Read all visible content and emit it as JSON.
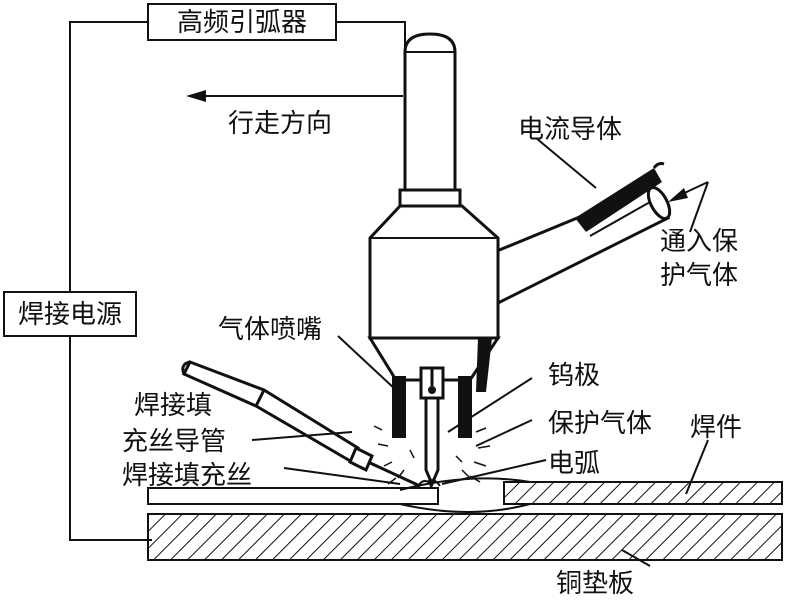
{
  "labels": {
    "hf_arc_starter": "高频引弧器",
    "travel_direction": "行走方向",
    "current_conductor": "电流导体",
    "shielding_gas_in_line1": "通入保",
    "shielding_gas_in_line2": "护气体",
    "welding_power_source": "焊接电源",
    "gas_nozzle": "气体喷嘴",
    "filler_guide_line1": "焊接填",
    "filler_guide_line2": "充丝导管",
    "filler_wire": "焊接填充丝",
    "tungsten_electrode": "钨极",
    "shielding_gas": "保护气体",
    "arc": "电弧",
    "workpiece": "焊件",
    "copper_backing_plate": "铜垫板"
  },
  "colors": {
    "ink": "#111111",
    "paper": "#ffffff"
  }
}
